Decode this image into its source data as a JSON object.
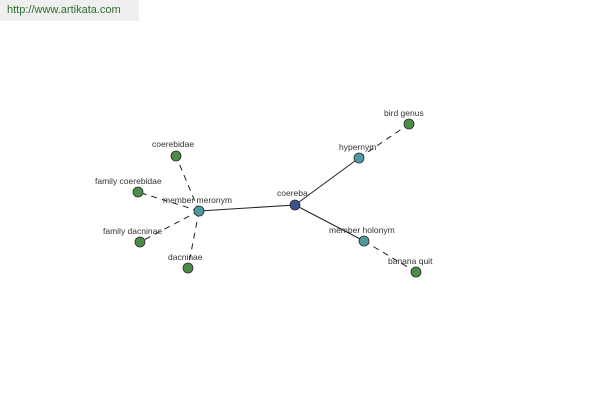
{
  "banner": {
    "url_text": "http://www.artikata.com"
  },
  "colors": {
    "center": "#3e4f8e",
    "relation": "#4e9aa0",
    "leaf": "#4c8c46",
    "edge": "#222222",
    "banner_bg": "#efefef",
    "banner_text": "#2d6e2d"
  },
  "graph": {
    "nodes": [
      {
        "id": "coereba",
        "label": "coereba",
        "kind": "center"
      },
      {
        "id": "member-meronym",
        "label": "member meronym",
        "kind": "relation"
      },
      {
        "id": "hypernym",
        "label": "hypernym",
        "kind": "relation"
      },
      {
        "id": "member-holonym",
        "label": "member holonym",
        "kind": "relation"
      },
      {
        "id": "coerebidae",
        "label": "coerebidae",
        "kind": "leaf"
      },
      {
        "id": "family-coerebidae",
        "label": "family coerebidae",
        "kind": "leaf"
      },
      {
        "id": "family-dacninae",
        "label": "family dacninae",
        "kind": "leaf"
      },
      {
        "id": "dacninae",
        "label": "dacninae",
        "kind": "leaf"
      },
      {
        "id": "bird-genus",
        "label": "bird genus",
        "kind": "leaf"
      },
      {
        "id": "banana-quit",
        "label": "banana quit",
        "kind": "leaf"
      }
    ],
    "edges": [
      {
        "from": "coereba",
        "to": "member-meronym",
        "style": "solid"
      },
      {
        "from": "coereba",
        "to": "hypernym",
        "style": "solid"
      },
      {
        "from": "coereba",
        "to": "member-holonym",
        "style": "solid"
      },
      {
        "from": "member-meronym",
        "to": "coerebidae",
        "style": "dashed"
      },
      {
        "from": "member-meronym",
        "to": "family-coerebidae",
        "style": "dashed"
      },
      {
        "from": "member-meronym",
        "to": "family-dacninae",
        "style": "dashed"
      },
      {
        "from": "member-meronym",
        "to": "dacninae",
        "style": "dashed"
      },
      {
        "from": "hypernym",
        "to": "bird-genus",
        "style": "dashed"
      },
      {
        "from": "member-holonym",
        "to": "banana-quit",
        "style": "dashed"
      }
    ]
  }
}
